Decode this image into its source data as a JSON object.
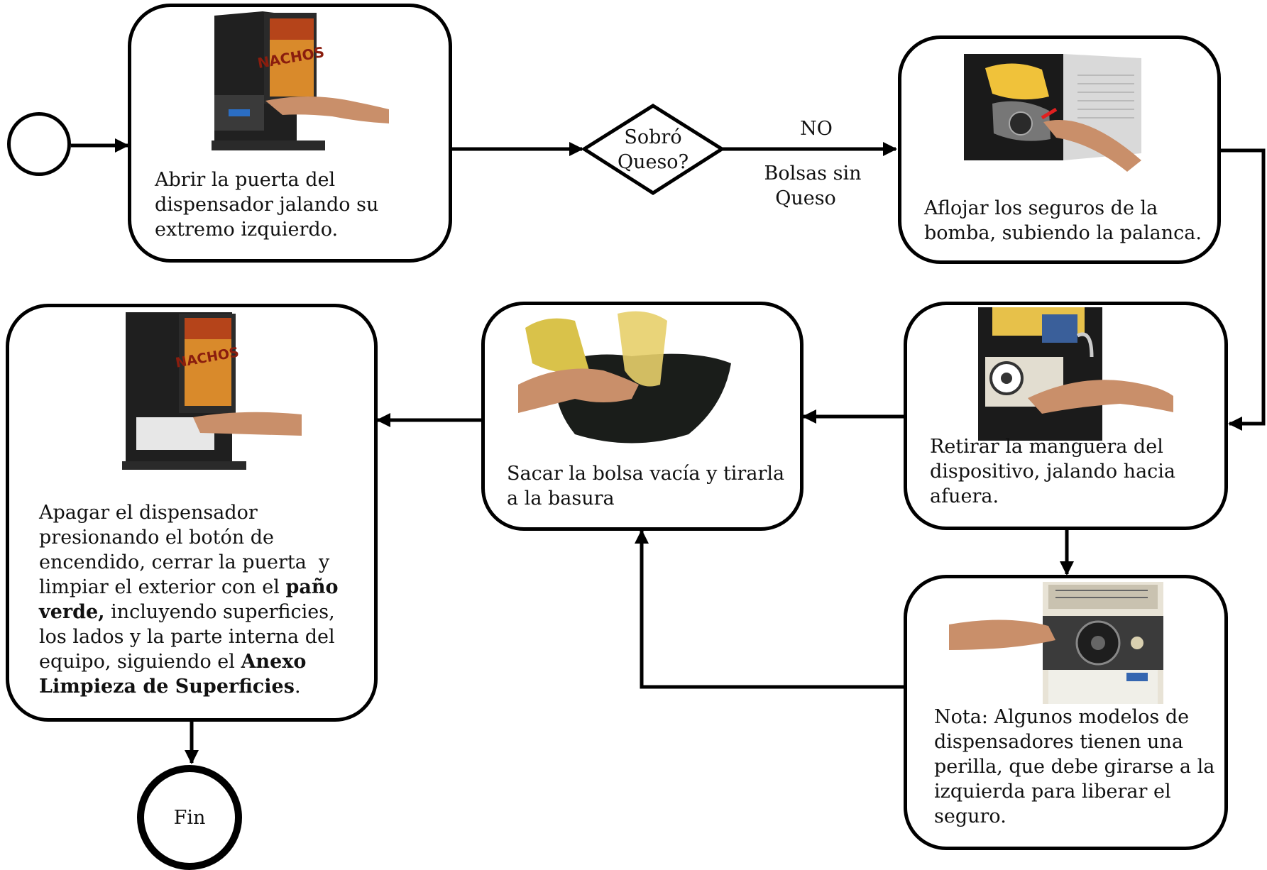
{
  "start": {
    "label": ""
  },
  "end": {
    "label": "Fin"
  },
  "decision": {
    "question_line1": "Sobró",
    "question_line2": "Queso?",
    "branch_no": "NO",
    "branch_note_line1": "Bolsas sin",
    "branch_note_line2": "Queso"
  },
  "steps": [
    {
      "id": "open-door",
      "image": "nacho-cheese-dispenser-photo",
      "lines": [
        "Abrir la puerta del",
        "dispensador jalando su",
        "extremo izquierdo."
      ]
    },
    {
      "id": "loosen-pump",
      "image": "dispenser-pump-lever-photo",
      "lines": [
        "Aflojar los seguros de la",
        "bomba, subiendo la palanca."
      ]
    },
    {
      "id": "remove-hose",
      "image": "dispenser-hose-photo",
      "lines": [
        "Retirar la manguera del",
        "dispositivo, jalando hacia",
        "afuera."
      ]
    },
    {
      "id": "knob-note",
      "image": "dispenser-knob-photo",
      "lines": [
        "Nota:  Algunos modelos de",
        "dispensadores tienen una",
        "perilla, que debe girarse a la",
        "izquierda para liberar el",
        "seguro."
      ]
    },
    {
      "id": "discard-bag",
      "image": "empty-bag-trash-photo",
      "lines": [
        "Sacar la bolsa vacía y tirarla",
        "a la basura"
      ]
    },
    {
      "id": "shutdown-clean",
      "image": "nacho-cheese-dispenser-photo",
      "lines_rich": [
        [
          {
            "t": "Apagar el dispensador"
          }
        ],
        [
          {
            "t": "presionando el botón de"
          }
        ],
        [
          {
            "t": "encendido, cerrar la puerta  y"
          }
        ],
        [
          {
            "t": "limpiar el exterior con el "
          },
          {
            "t": "paño",
            "b": true
          }
        ],
        [
          {
            "t": "verde,",
            "b": true
          },
          {
            "t": " incluyendo superficies,"
          }
        ],
        [
          {
            "t": "los lados y la parte interna del"
          }
        ],
        [
          {
            "t": "equipo, siguiendo el "
          },
          {
            "t": "Anexo",
            "b": true
          }
        ],
        [
          {
            "t": "Limpieza de Superficies",
            "b": true
          },
          {
            "t": "."
          }
        ]
      ]
    }
  ],
  "dispenser_sign_text": "NACHOS",
  "colors": {
    "line": "#000000",
    "cheese": "#e8a23a",
    "bag": "#1a1d1a",
    "skin": "#c98f6a"
  }
}
